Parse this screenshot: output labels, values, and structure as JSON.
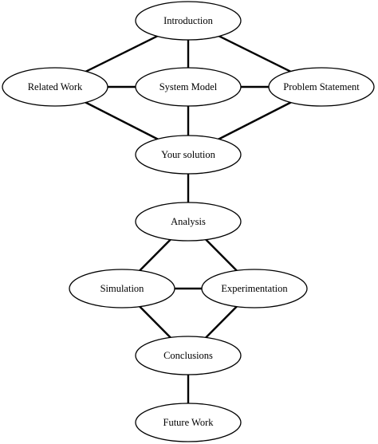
{
  "diagram": {
    "nodes": [
      {
        "id": "introduction",
        "label": "Introduction"
      },
      {
        "id": "related-work",
        "label": "Related Work"
      },
      {
        "id": "system-model",
        "label": "System Model"
      },
      {
        "id": "problem-statement",
        "label": "Problem Statement"
      },
      {
        "id": "your-solution",
        "label": "Your solution"
      },
      {
        "id": "analysis",
        "label": "Analysis"
      },
      {
        "id": "simulation",
        "label": "Simulation"
      },
      {
        "id": "experimentation",
        "label": "Experimentation"
      },
      {
        "id": "conclusions",
        "label": "Conclusions"
      },
      {
        "id": "future-work",
        "label": "Future Work"
      }
    ],
    "edges": [
      {
        "from": "introduction",
        "to": "related-work"
      },
      {
        "from": "introduction",
        "to": "system-model"
      },
      {
        "from": "introduction",
        "to": "problem-statement"
      },
      {
        "from": "related-work",
        "to": "system-model"
      },
      {
        "from": "system-model",
        "to": "problem-statement"
      },
      {
        "from": "related-work",
        "to": "your-solution"
      },
      {
        "from": "system-model",
        "to": "your-solution"
      },
      {
        "from": "problem-statement",
        "to": "your-solution"
      },
      {
        "from": "your-solution",
        "to": "analysis"
      },
      {
        "from": "analysis",
        "to": "simulation"
      },
      {
        "from": "analysis",
        "to": "experimentation"
      },
      {
        "from": "simulation",
        "to": "experimentation"
      },
      {
        "from": "simulation",
        "to": "conclusions"
      },
      {
        "from": "experimentation",
        "to": "conclusions"
      },
      {
        "from": "conclusions",
        "to": "future-work"
      }
    ]
  }
}
